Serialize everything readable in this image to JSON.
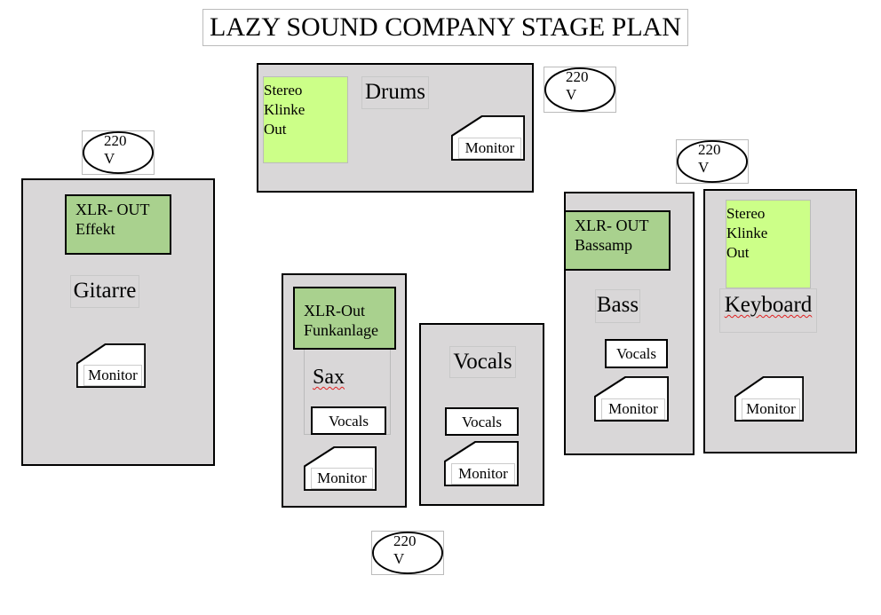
{
  "title": "LAZY SOUND COMPANY STAGE PLAN",
  "power_label": [
    "220",
    "V"
  ],
  "drums": {
    "label": "Drums",
    "output": [
      "Stereo",
      "Klinke",
      "Out"
    ],
    "monitor": "Monitor"
  },
  "guitar": {
    "label": "Gitarre",
    "output": [
      "XLR- OUT",
      "Effekt"
    ],
    "monitor": "Monitor"
  },
  "sax": {
    "label": "Sax",
    "output": [
      "XLR-Out",
      "Funkanlage"
    ],
    "vocals": "Vocals",
    "monitor": "Monitor"
  },
  "vocals": {
    "label": "Vocals",
    "vocals": "Vocals",
    "monitor": "Monitor"
  },
  "bass": {
    "label": "Bass",
    "output": [
      "XLR- OUT",
      "Bassamp"
    ],
    "vocals": "Vocals",
    "monitor": "Monitor"
  },
  "keyboard": {
    "label": "Keyboard",
    "output": [
      "Stereo",
      "Klinke",
      "Out"
    ],
    "monitor": "Monitor"
  }
}
